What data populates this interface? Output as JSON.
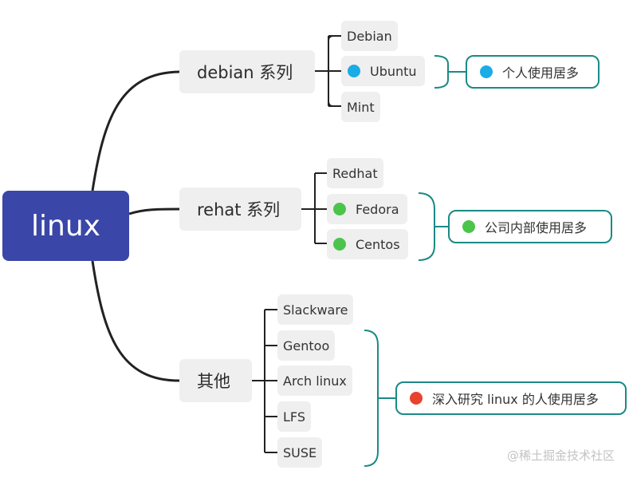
{
  "colors": {
    "root_fill": "#3a46a8",
    "node_fill": "#efefef",
    "connector": "#222222",
    "bracket": "#1a8a86",
    "dot_blue": "#1aace6",
    "dot_green": "#4cc44c",
    "dot_red": "#e8432f"
  },
  "root": {
    "label": "linux"
  },
  "branches": [
    {
      "label": "debian 系列",
      "children": [
        {
          "label": "Debian"
        },
        {
          "label": "Ubuntu",
          "dot": "blue"
        },
        {
          "label": "Mint"
        }
      ],
      "note": {
        "label": "个人使用居多",
        "dot": "blue"
      }
    },
    {
      "label": "rehat 系列",
      "children": [
        {
          "label": "Redhat"
        },
        {
          "label": "Fedora",
          "dot": "green"
        },
        {
          "label": "Centos",
          "dot": "green"
        }
      ],
      "note": {
        "label": "公司内部使用居多",
        "dot": "green"
      }
    },
    {
      "label": "其他",
      "children": [
        {
          "label": "Slackware"
        },
        {
          "label": "Gentoo"
        },
        {
          "label": "Arch linux"
        },
        {
          "label": "LFS"
        },
        {
          "label": "SUSE"
        }
      ],
      "note": {
        "label": "深入研究 linux 的人使用居多",
        "dot": "red"
      }
    }
  ],
  "watermark": "@稀土掘金技术社区"
}
